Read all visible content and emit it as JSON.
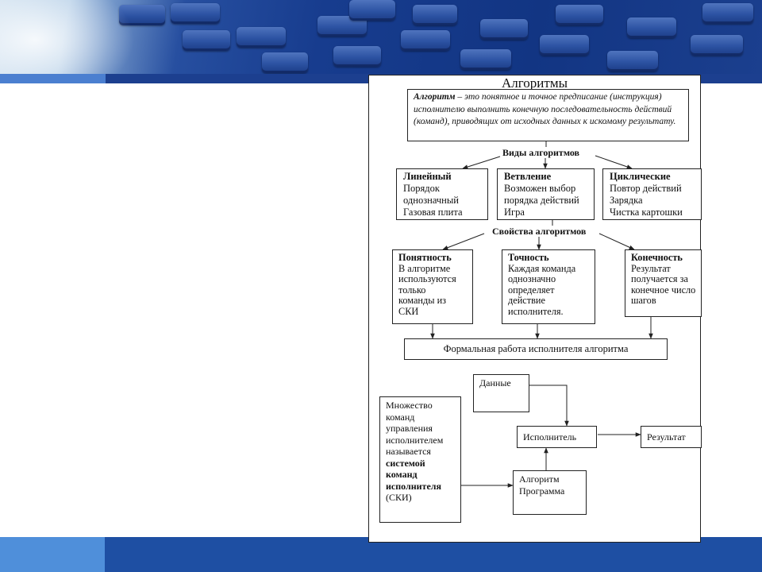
{
  "diagram": {
    "title": "Алгоритмы",
    "definition": {
      "term": "Алгоритм",
      "text": " – это понятное и точное предписание (инструкция) исполнителю выполнить конечную последовательность действий (команд), приводящих от исходных данных к искомому результату."
    },
    "kinds_label": "Виды алгоритмов",
    "kinds": [
      {
        "title": "Линейный",
        "lines": [
          "Порядок",
          "однозначный",
          "Газовая плита"
        ]
      },
      {
        "title": "Ветвление",
        "lines": [
          "Возможен выбор",
          "порядка действий",
          "Игра"
        ]
      },
      {
        "title": "Циклические",
        "lines": [
          "Повтор действий",
          "Зарядка",
          "Чистка картошки"
        ]
      }
    ],
    "properties_label": "Свойства алгоритмов",
    "properties": [
      {
        "title": "Понятность",
        "lines": [
          "В алгоритме",
          "используются",
          "только",
          "команды из",
          "СКИ"
        ]
      },
      {
        "title": "Точность",
        "lines": [
          "Каждая команда",
          "однозначно",
          "определяет",
          "действие",
          "исполнителя."
        ]
      },
      {
        "title": "Конечность",
        "lines": [
          "Результат",
          "получается за",
          "конечное число",
          "шагов"
        ]
      }
    ],
    "formal_work": "Формальная работа исполнителя алгоритма",
    "data_box": "Данные",
    "executor_box": "Исполнитель",
    "result_box": "Результат",
    "algorithm_box": [
      "Алгоритм",
      "Программа"
    ],
    "ski_box": {
      "lines": [
        "Множество",
        "команд",
        "управления",
        "исполнителем",
        "называется"
      ],
      "bold_lines": [
        "системой",
        "команд",
        "исполнителя"
      ],
      "tail": "(СКИ)"
    }
  }
}
